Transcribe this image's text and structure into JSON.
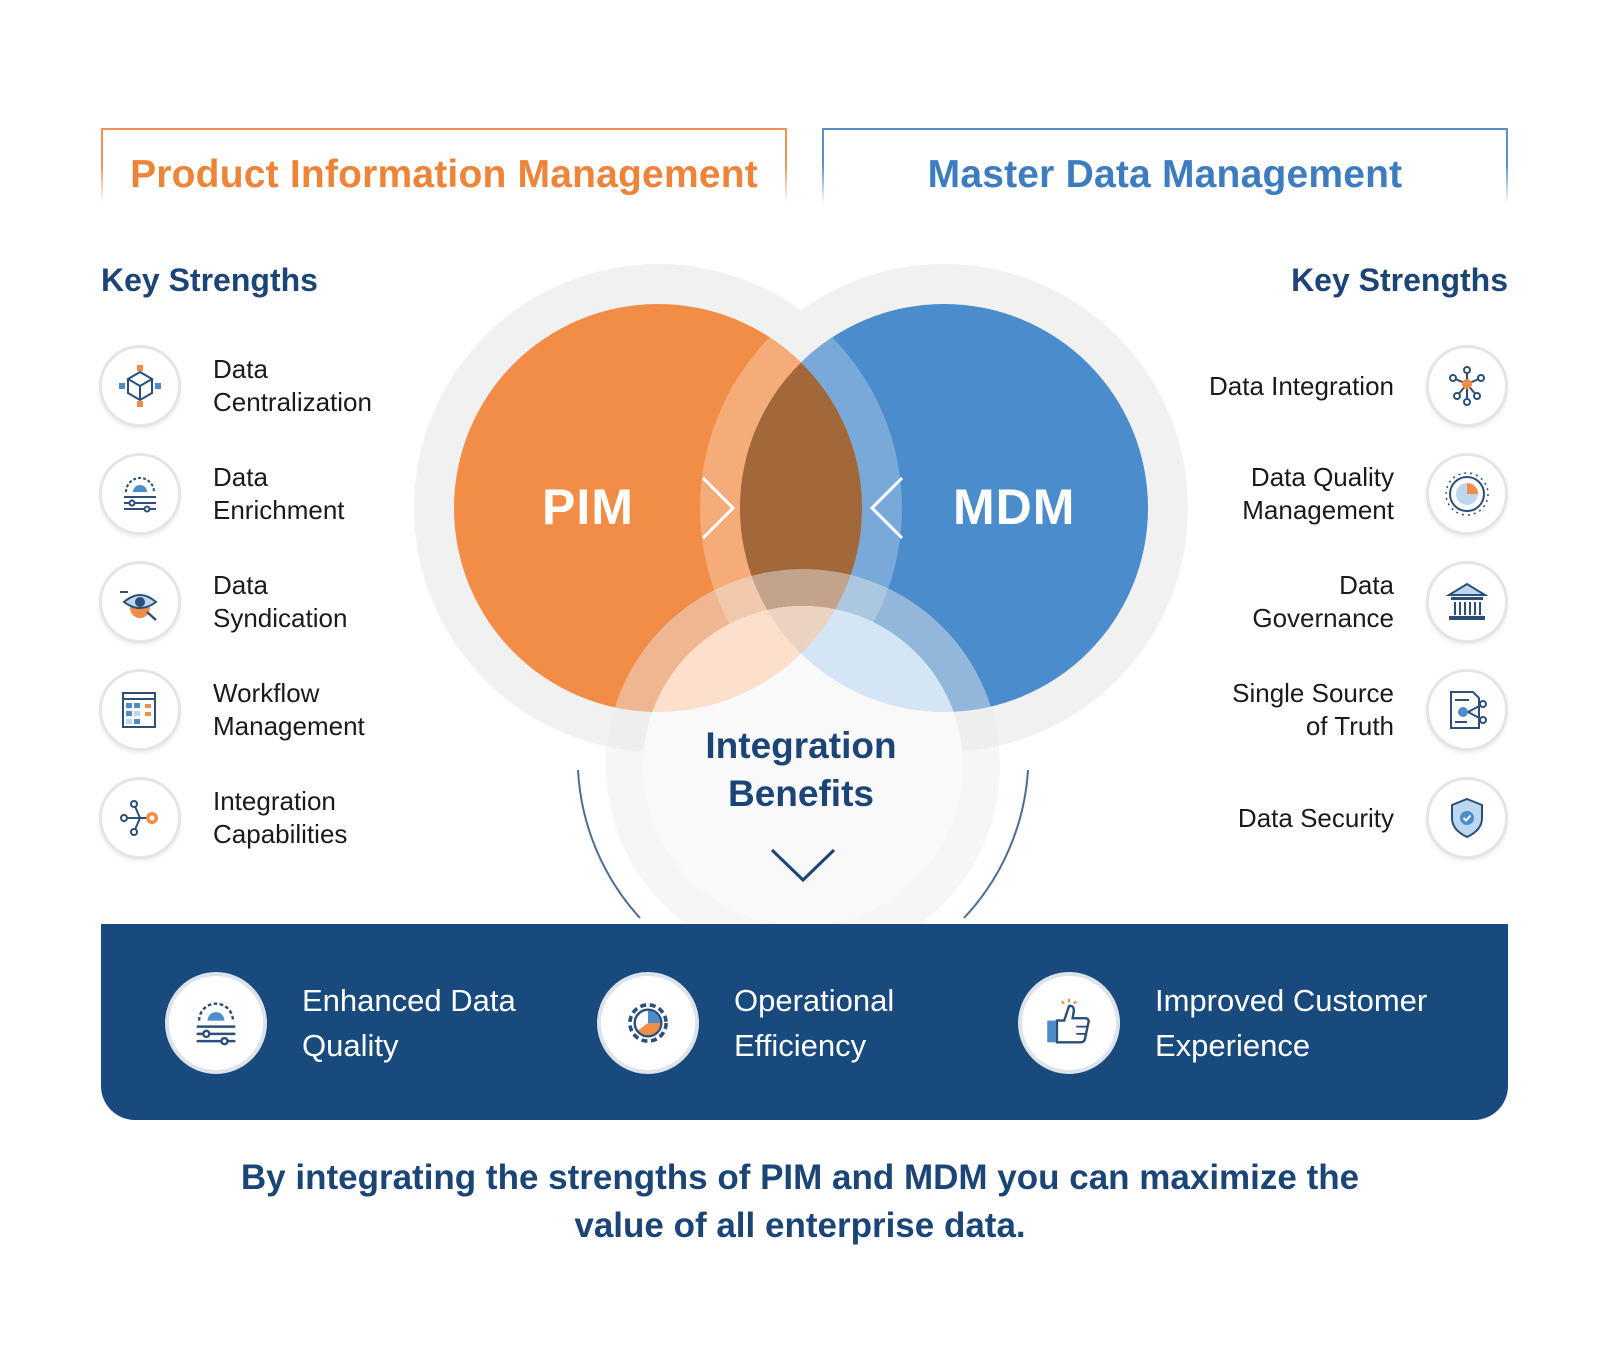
{
  "colors": {
    "pim_orange": "#f28d47",
    "mdm_blue": "#4a8ccc",
    "overlap_brown": "#a2683a",
    "navy": "#184a7e",
    "heading_navy": "#1c4577"
  },
  "tabs": {
    "pim_title": "Product Information Management",
    "mdm_title": "Master Data Management"
  },
  "pim": {
    "heading": "Key Strengths",
    "strengths": [
      {
        "label": "Data Centralization",
        "icon": "network-cube-icon"
      },
      {
        "label": "Data Enrichment",
        "icon": "gear-sliders-icon"
      },
      {
        "label": "Data Syndication",
        "icon": "eye-search-icon"
      },
      {
        "label": "Workflow Management",
        "icon": "grid-sheet-icon"
      },
      {
        "label": "Integration Capabilities",
        "icon": "connector-nodes-icon"
      }
    ]
  },
  "mdm": {
    "heading": "Key Strengths",
    "strengths": [
      {
        "label": "Data Integration",
        "icon": "hub-network-icon"
      },
      {
        "label": "Data Quality Management",
        "icon": "pie-target-icon"
      },
      {
        "label": "Data Governance",
        "icon": "institution-icon"
      },
      {
        "label": "Single Source of Truth",
        "icon": "document-link-icon"
      },
      {
        "label": "Data Security",
        "icon": "shield-check-icon"
      }
    ]
  },
  "venn": {
    "left_label": "PIM",
    "right_label": "MDM",
    "bottom_label": "Integration Benefits"
  },
  "benefits": [
    {
      "label": "Enhanced Data Quality",
      "icon": "gear-sliders-icon"
    },
    {
      "label": "Operational Efficiency",
      "icon": "gear-pie-icon"
    },
    {
      "label": "Improved Customer Experience",
      "icon": "thumbs-up-icon"
    }
  ],
  "footer": "By integrating the strengths of PIM and MDM you can maximize the value of all enterprise data."
}
